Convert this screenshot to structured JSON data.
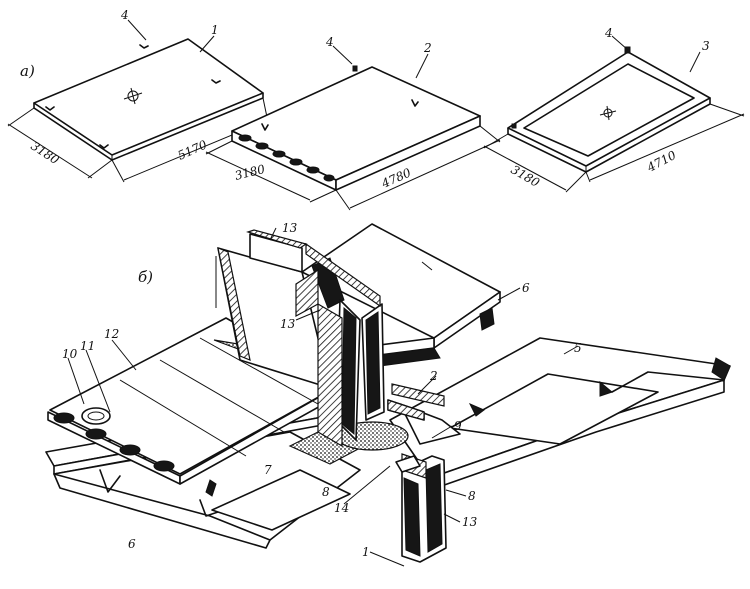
{
  "part_a": {
    "marker": "а)",
    "panel_1": {
      "number": "1",
      "mark": "4",
      "width": "3180",
      "length": "5170"
    },
    "panel_2": {
      "number": "2",
      "mark": "4",
      "width": "3180",
      "length": "4780"
    },
    "panel_3": {
      "number": "3",
      "mark": "4",
      "width": "3180",
      "length": "4710"
    }
  },
  "part_b": {
    "marker": "б)",
    "callouts": {
      "c13_top": "13",
      "c13_mid": "13",
      "c6_right": "6",
      "c5": "5",
      "c2": "2",
      "c9": "9",
      "c8_right": "8",
      "c13_bottom": "13",
      "c1": "1",
      "c14": "14",
      "c8_left": "8",
      "c7": "7",
      "c6_left": "6",
      "c10": "10",
      "c11": "11",
      "c12": "12"
    }
  }
}
